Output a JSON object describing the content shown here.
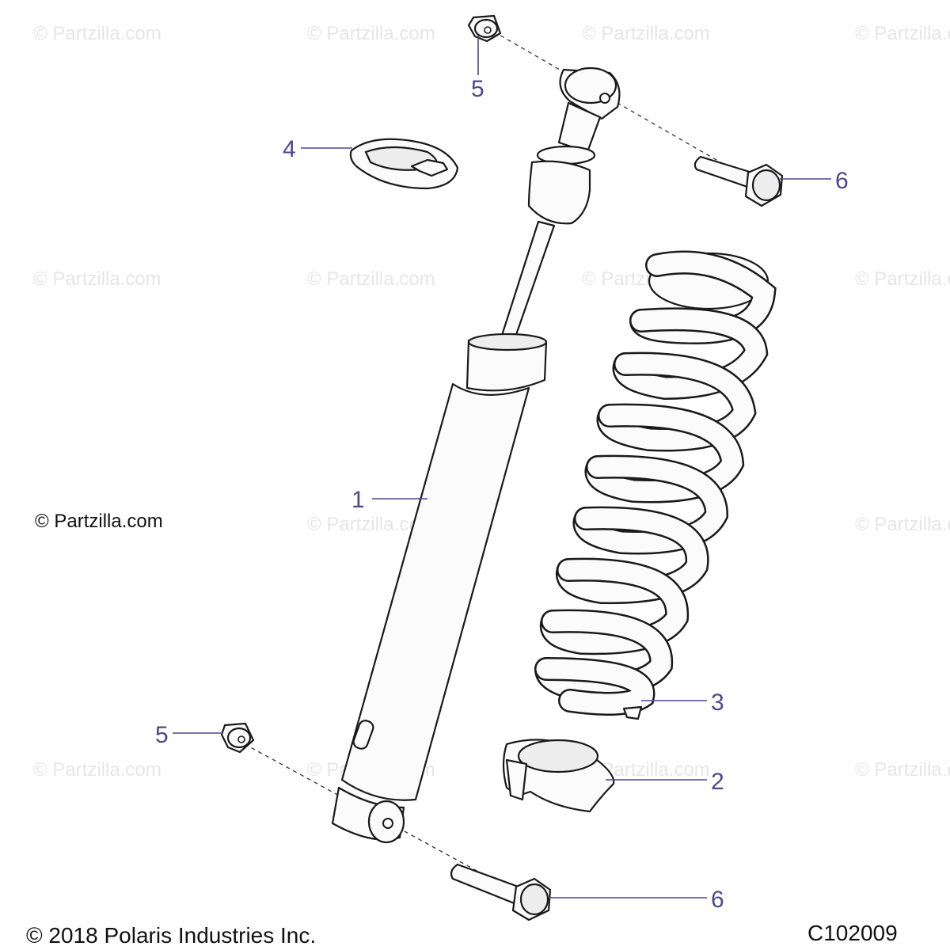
{
  "watermark": {
    "text": "© Partzilla.com",
    "emphasized_text": "© Partzilla.com"
  },
  "callouts": [
    {
      "id": "1",
      "label": "1"
    },
    {
      "id": "2",
      "label": "2"
    },
    {
      "id": "3",
      "label": "3"
    },
    {
      "id": "4",
      "label": "4"
    },
    {
      "id": "5a",
      "label": "5"
    },
    {
      "id": "5b",
      "label": "5"
    },
    {
      "id": "6a",
      "label": "6"
    },
    {
      "id": "6b",
      "label": "6"
    }
  ],
  "footer": {
    "copyright": "© 2018 Polaris Industries Inc.",
    "diagram_code": "C102009"
  }
}
